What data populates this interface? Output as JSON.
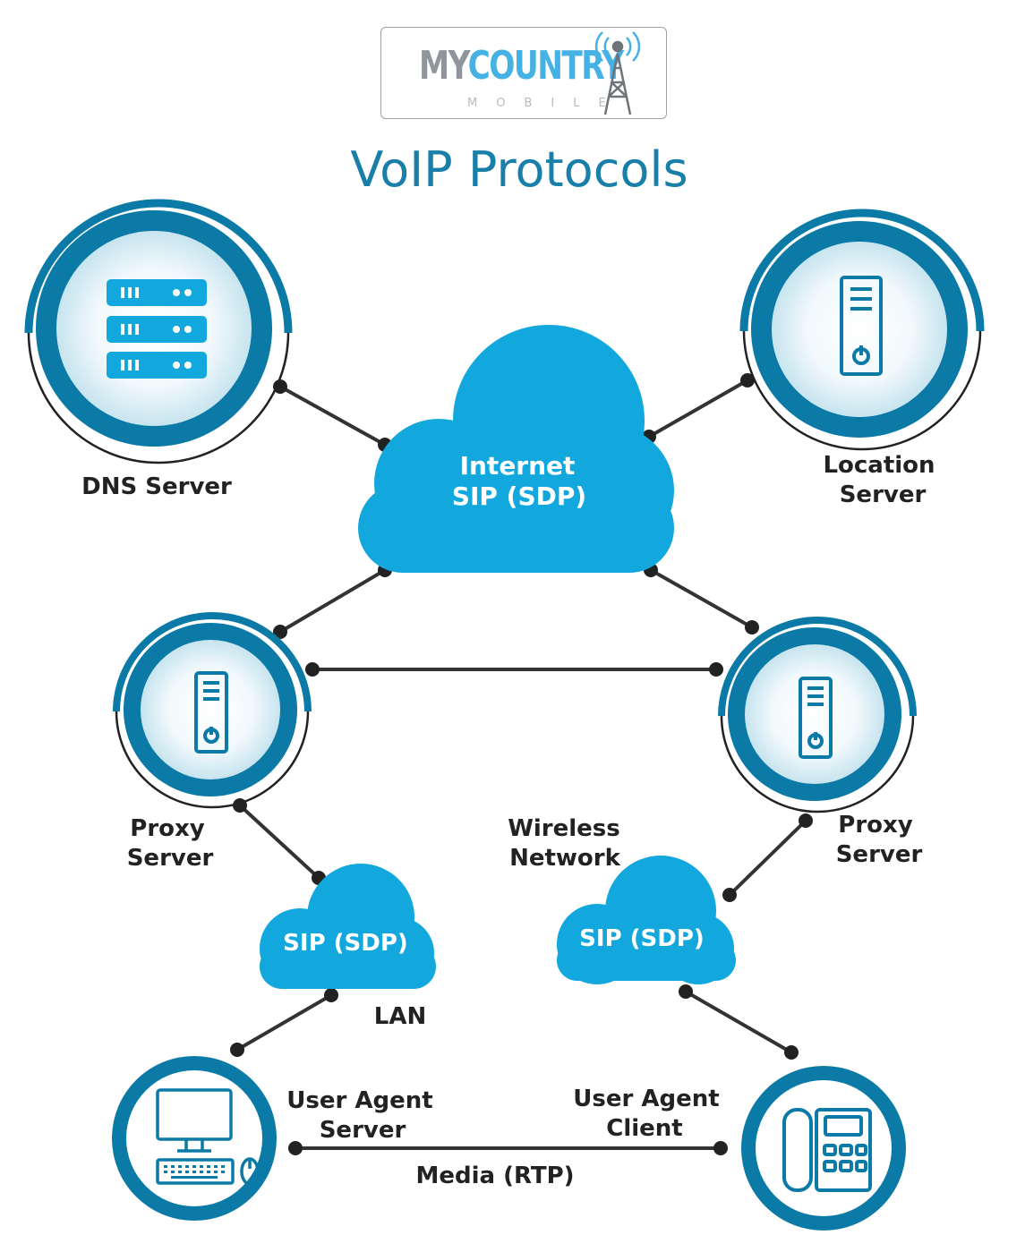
{
  "logo": {
    "my": "MY",
    "country": "COUNTRY",
    "sub": "MOBILE"
  },
  "title": "VoIP Protocols",
  "nodes": {
    "dns_server": "DNS Server",
    "location_server_l1": "Location",
    "location_server_l2": "Server",
    "proxy_left_l1": "Proxy",
    "proxy_left_l2": "Server",
    "proxy_right_l1": "Proxy",
    "proxy_right_l2": "Server",
    "uas_l1": "User Agent",
    "uas_l2": "Server",
    "uac_l1": "User Agent",
    "uac_l2": "Client"
  },
  "clouds": {
    "internet_l1": "Internet",
    "internet_l2": "SIP (SDP)",
    "lan_cloud": "SIP (SDP)",
    "wireless_cloud": "SIP (SDP)"
  },
  "networks": {
    "lan": "LAN",
    "wireless_l1": "Wireless",
    "wireless_l2": "Network"
  },
  "links": {
    "media": "Media (RTP)"
  },
  "colors": {
    "primary": "#0b7aa6",
    "cloud": "#12a7dd",
    "connector": "#333333"
  }
}
